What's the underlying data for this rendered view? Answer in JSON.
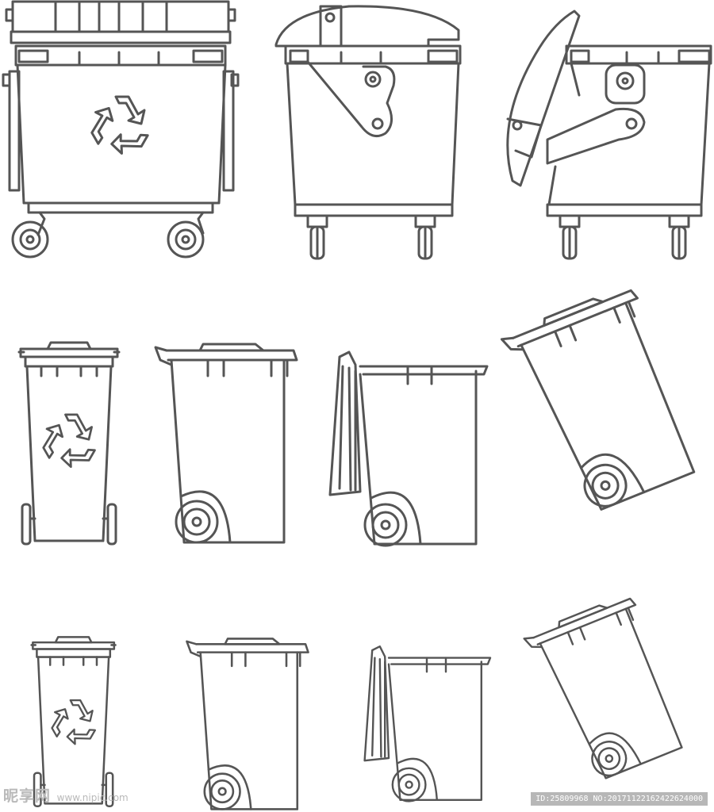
{
  "colors": {
    "stroke": "#555555",
    "background": "#ffffff",
    "watermark": "#b9b9b9"
  },
  "illustration": {
    "rows": [
      {
        "row": "top",
        "items": [
          "large-container-front",
          "large-container-side-closed",
          "large-container-side-open"
        ]
      },
      {
        "row": "middle",
        "items": [
          "wheelie-bin-front",
          "wheelie-bin-side",
          "wheelie-bin-lid-open",
          "wheelie-bin-tilted"
        ]
      },
      {
        "row": "bottom",
        "items": [
          "wheelie-bin-front",
          "wheelie-bin-side",
          "wheelie-bin-lid-open",
          "wheelie-bin-tilted"
        ]
      }
    ],
    "symbols": [
      "recycle-icon"
    ]
  },
  "watermark": {
    "left_brand": "昵享网",
    "left_url": "www.nipic.com",
    "right_id": "ID:25809968 NO:20171122162422624000"
  }
}
